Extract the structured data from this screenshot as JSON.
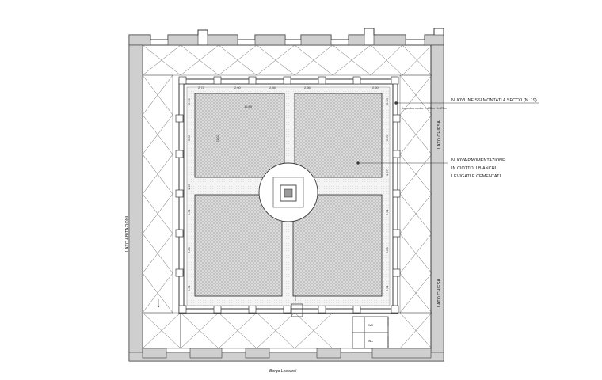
{
  "annotations": {
    "infissi_title": "NUOVI INFISSI MONTATI A SECCO (N. 19)",
    "infissi_detail": "Ingombro medio: L=250m H=370m",
    "pav_line1": "NUOVA PAVIMENTAZIONE",
    "pav_line2": "IN CIOTTOLI BIANCHI",
    "pav_line3": "LEVIGATI E CEMENTATI"
  },
  "side_labels": {
    "chiesa_top": "LATO CHIESA",
    "chiesa_bottom": "LATO CHIESA",
    "abitazioni": "LATO ABITAZIONI",
    "bottom_street": "Borgo Leopardi"
  },
  "room_labels": {
    "wc_1": "WC",
    "wc_2": "WC"
  },
  "dimensions": {
    "top_1": "2.72",
    "top_2": "2.60",
    "top_3": "2.56",
    "top_4": "2.56",
    "top_5": "2.60",
    "left_1": "2.56",
    "left_2": "2.60",
    "left_3": "1.25",
    "left_4": "2.61",
    "left_5": "2.80",
    "left_6": "2.61",
    "right_1": "2.50",
    "right_2": "2.67",
    "right_3": "1.67",
    "right_4": "2.61",
    "right_5": "2.80",
    "right_6": "2.61",
    "inner_w": "19.85",
    "inner_h": "21.07"
  },
  "colors": {
    "line": "#3a3a3a",
    "hatch": "#9a9a9a",
    "paving": "#d9d9d9",
    "background": "#ffffff"
  }
}
